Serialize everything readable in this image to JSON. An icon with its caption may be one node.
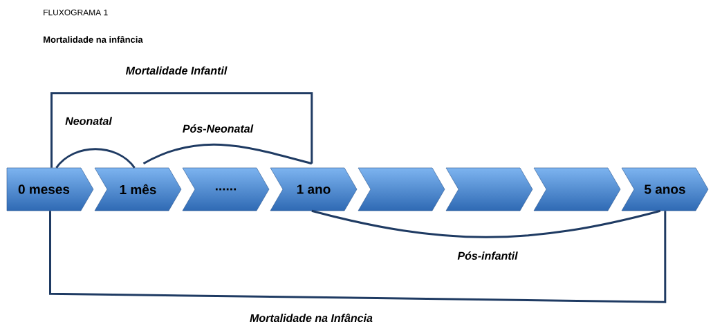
{
  "diagram": {
    "title": "Mortalidade na infância",
    "nodes": [
      {
        "text": [
          "0 meses"
        ]
      },
      {
        "text": [
          "1 mês"
        ]
      },
      {
        "text": [
          "......"
        ]
      },
      {
        "text": [
          "1 ano"
        ]
      },
      {
        "text": [],
        "shape": "chevron"
      },
      {
        "text": [],
        "shape": "chevron"
      },
      {
        "text": [],
        "shape": "chevron"
      },
      {
        "text": [
          "5 anos"
        ]
      }
    ],
    "edges": [
      {
        "from": 0,
        "to": 1,
        "arrow": "none",
        "label": "Neonatal"
      },
      {
        "from": 1,
        "to": 3,
        "arrow": "none",
        "label": "Pós-Neonatal"
      },
      {
        "from": 0,
        "to": 3,
        "arrow": "none",
        "label": "Mortalidade Infantil"
      },
      {
        "from": 3,
        "to": 7,
        "arrow": "none",
        "label": "Pós-infantil"
      },
      {
        "from": 0,
        "to": 7,
        "arrow": "none",
        "label": "Mortalidade na Infância"
      }
    ],
    "labels": [
      "FLUXOGRAMA 1"
    ]
  }
}
